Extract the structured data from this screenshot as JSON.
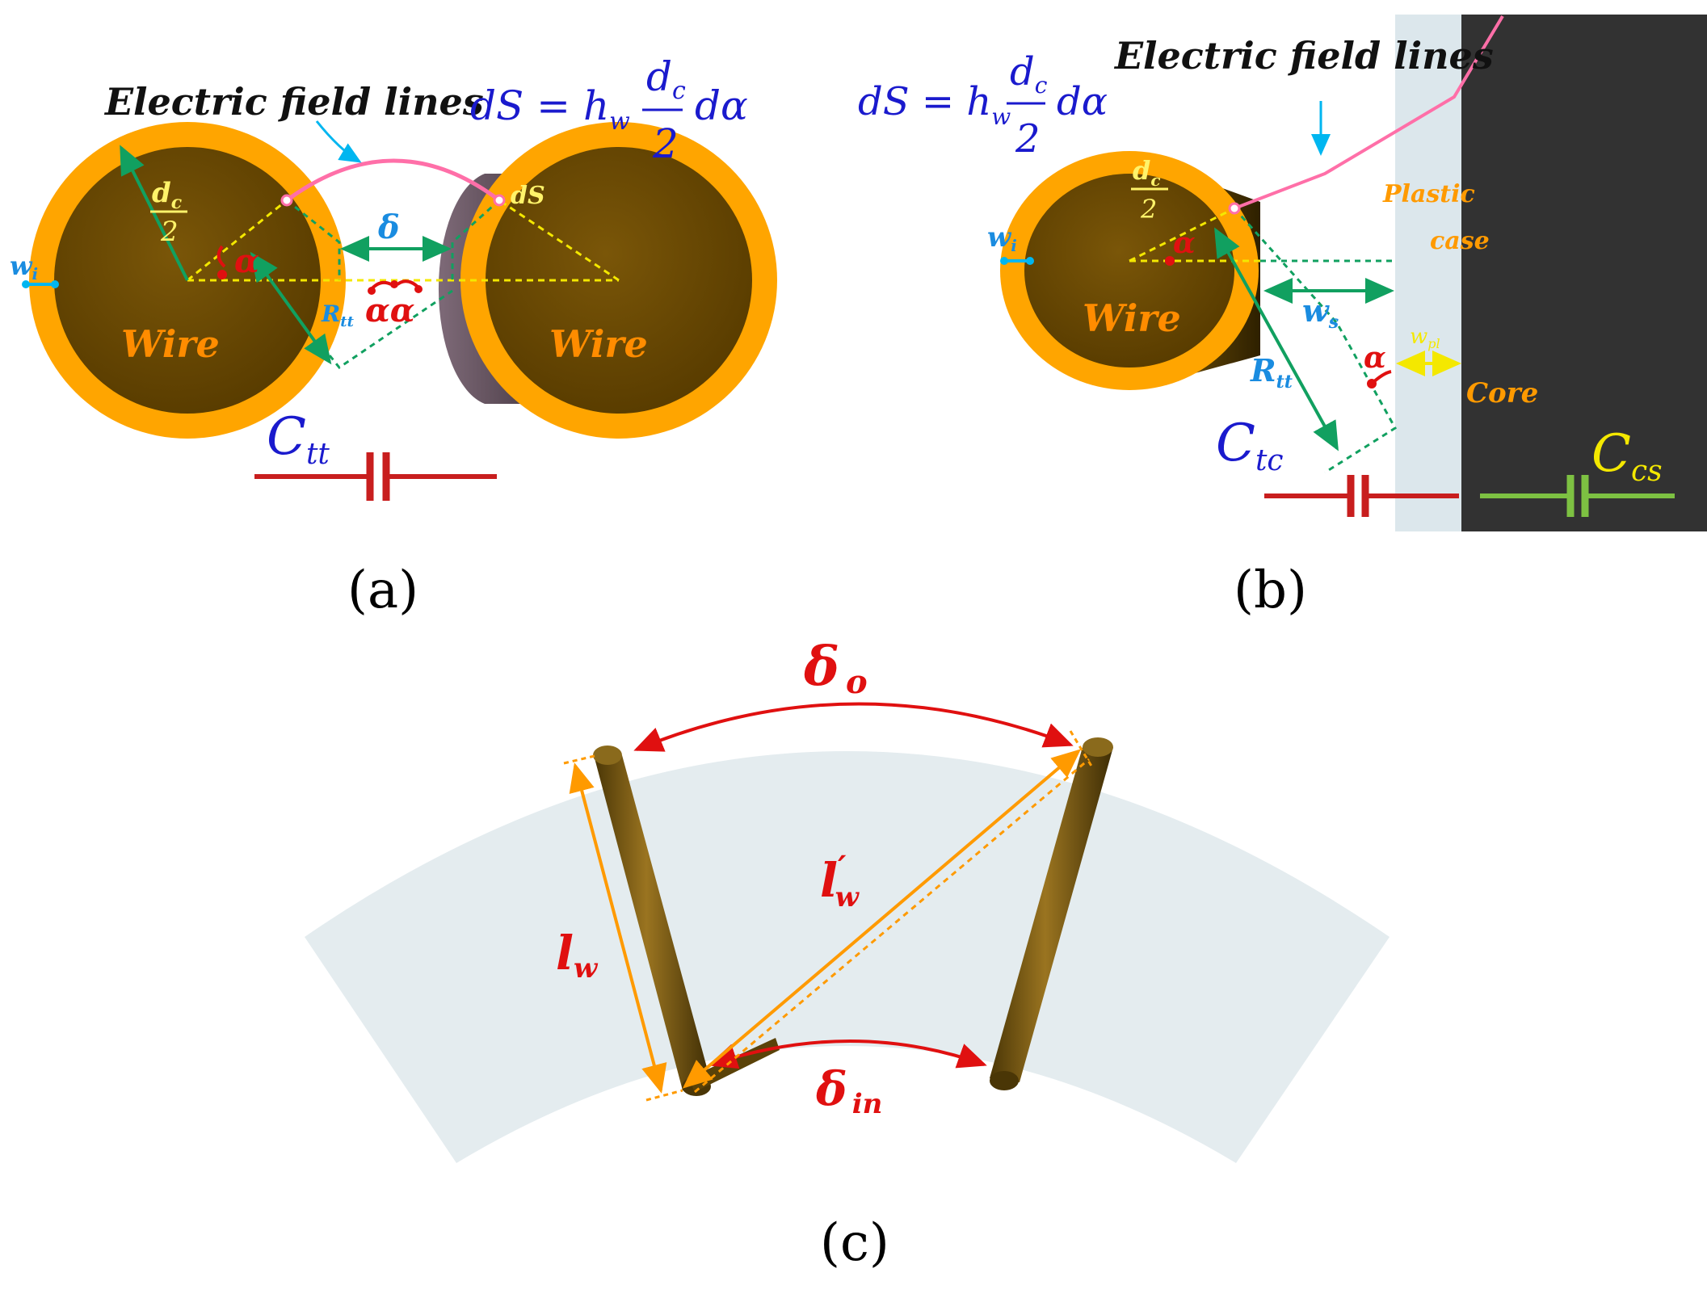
{
  "colors": {
    "insulation": "#FFA500",
    "conductor": "#6B4A00",
    "field_line": "#FF6FA8",
    "dim_green": "#11A060",
    "alpha_red": "#E01010",
    "capacitor_red": "#C81E1E",
    "capacitor_green": "#7DC142",
    "formula_blue": "#1A1ACD",
    "label_yellow": "#FFF36A",
    "label_cyan": "#00A6E0",
    "core_dark": "#2E2E2E",
    "case_light": "#DCE7EC",
    "substrate": "#E4ECEF",
    "rod_brown": "#6E5212"
  },
  "panel_a": {
    "title": "Electric field lines",
    "formula_lhs": "dS = h",
    "formula_sub": "w",
    "formula_num": "d",
    "formula_num_sub": "c",
    "formula_den": "2",
    "formula_tail": "dα",
    "dc_num": "d",
    "dc_sub": "c",
    "dc_den": "2",
    "ds_label": "dS",
    "delta_label": "δ",
    "alpha_label": "α",
    "alpha_pair": "αα",
    "wi_label": "w",
    "wi_sub": "i",
    "rtt_label": "R",
    "rtt_sub": "tt",
    "wire_left": "Wire",
    "wire_right": "Wire",
    "cap_label": "C",
    "cap_sub": "tt",
    "caption": "(a)"
  },
  "panel_b": {
    "title": "Electric field lines",
    "formula_lhs": "dS = h",
    "formula_sub": "w",
    "formula_num": "d",
    "formula_num_sub": "c",
    "formula_den": "2",
    "formula_tail": "dα",
    "dc_num": "d",
    "dc_sub": "c",
    "dc_den": "2",
    "alpha_label": "α",
    "alpha_label2": "α",
    "wi_label": "w",
    "wi_sub": "i",
    "ws_label": "w",
    "ws_sub": "s",
    "wpl_label": "w",
    "wpl_sub": "pl",
    "rtt_label": "R",
    "rtt_sub": "tt",
    "wire_label": "Wire",
    "plastic_case_1": "Plastic",
    "plastic_case_2": "case",
    "core_label": "Core",
    "ctc_label": "C",
    "ctc_sub": "tc",
    "ccs_label": "C",
    "ccs_sub": "cs",
    "caption": "(b)"
  },
  "panel_c": {
    "delta_o": "δ",
    "delta_o_sub": "o",
    "delta_in": "δ",
    "delta_in_sub": "in",
    "lw_label": "l",
    "lw_sub": "w",
    "lw_prime_label": "l",
    "lw_prime_sub": "w",
    "lw_prime_mark": "′",
    "caption": "(c)"
  }
}
